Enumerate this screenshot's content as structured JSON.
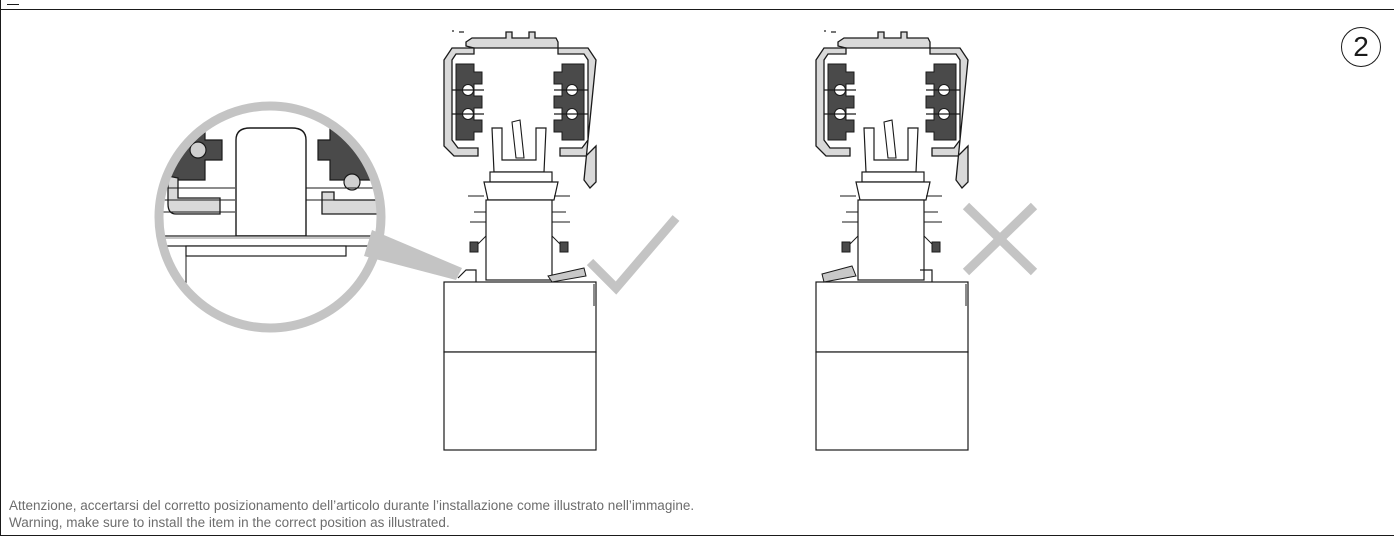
{
  "step": {
    "number": "2"
  },
  "captions": {
    "italian": "Attenzione, accertarsi del corretto posizionamento dell’articolo durante l’installazione come illustrato nell’immagine.",
    "english": "Warning, make sure to install the item in the correct position as illustrated."
  },
  "panels": [
    {
      "status": "correct",
      "status_icon": "check-mark-icon"
    },
    {
      "status": "incorrect",
      "status_icon": "cross-mark-icon"
    }
  ],
  "colors": {
    "line": "#1a1a1a",
    "profile_fill": "#d9d9d9",
    "insert_fill": "#4a4a4a",
    "mark_gray": "#c4c4c4",
    "caption_text": "#6d6d6d"
  }
}
